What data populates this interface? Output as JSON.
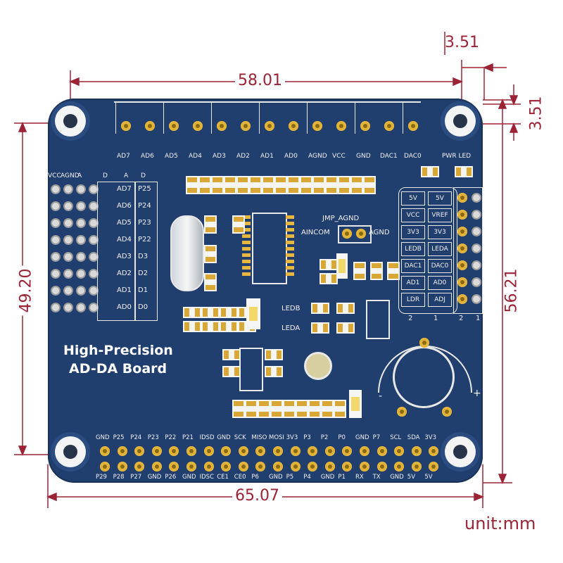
{
  "dimensions": {
    "top_width": "58.01",
    "right_offset": "3.51",
    "right_offset_vertical": "3.51",
    "left_height": "49.20",
    "right_height": "56.21",
    "bottom_width": "65.07",
    "unit_label": "unit:mm"
  },
  "board": {
    "title_line1": "High-Precision",
    "title_line2": "AD-DA Board",
    "top_header_labels": [
      "AD7",
      "AD6",
      "AD5",
      "AD4",
      "AD3",
      "AD2",
      "AD1",
      "AD0",
      "AGND",
      "VCC",
      "GND",
      "DAC1",
      "DAC0"
    ],
    "pwr_led": "PWR LED",
    "left_header_cols": [
      "VCC",
      "AGND",
      "A",
      "D",
      "A",
      "D"
    ],
    "left_ad_labels": [
      "AD7",
      "AD6",
      "AD5",
      "AD4",
      "AD3",
      "AD2",
      "AD1",
      "AD0"
    ],
    "left_d_labels": [
      "P25",
      "P24",
      "P23",
      "P22",
      "D3",
      "D2",
      "D1",
      "D0"
    ],
    "jumper_title": "JMP_AGND",
    "jumper_left": "AINCOM",
    "jumper_right": "AGND",
    "right_box_col1": [
      "5V",
      "VCC",
      "3V3",
      "LEDB",
      "DAC1",
      "AD1",
      "LDR"
    ],
    "right_box_col2": [
      "5V",
      "VREF",
      "3V3",
      "LEDA",
      "DAC0",
      "AD0",
      "ADJ"
    ],
    "right_box_numbers": [
      "2",
      "1",
      "2",
      "1"
    ],
    "led_b": "LEDB",
    "led_a": "LEDA",
    "pot_minus": "-",
    "pot_plus": "+",
    "gpio_top_labels": [
      "GND",
      "P25",
      "P24",
      "P23",
      "P22",
      "P21",
      "IDSD",
      "GND",
      "SCK",
      "MISO",
      "MOSI",
      "3V3",
      "P3",
      "P2",
      "P0",
      "GND",
      "P7",
      "SCL",
      "SDA",
      "3V3"
    ],
    "gpio_bottom_labels": [
      "P29",
      "P28",
      "P27",
      "GND",
      "P26",
      "GND",
      "IDSC",
      "CE1",
      "CE0",
      "P6",
      "GND",
      "P5",
      "P4",
      "GND",
      "P1",
      "RX",
      "TX",
      "GND",
      "5V",
      "5V"
    ]
  },
  "colors": {
    "dimension": "#9b2335",
    "board": "#213f6e",
    "pad": "#e2b33a"
  }
}
